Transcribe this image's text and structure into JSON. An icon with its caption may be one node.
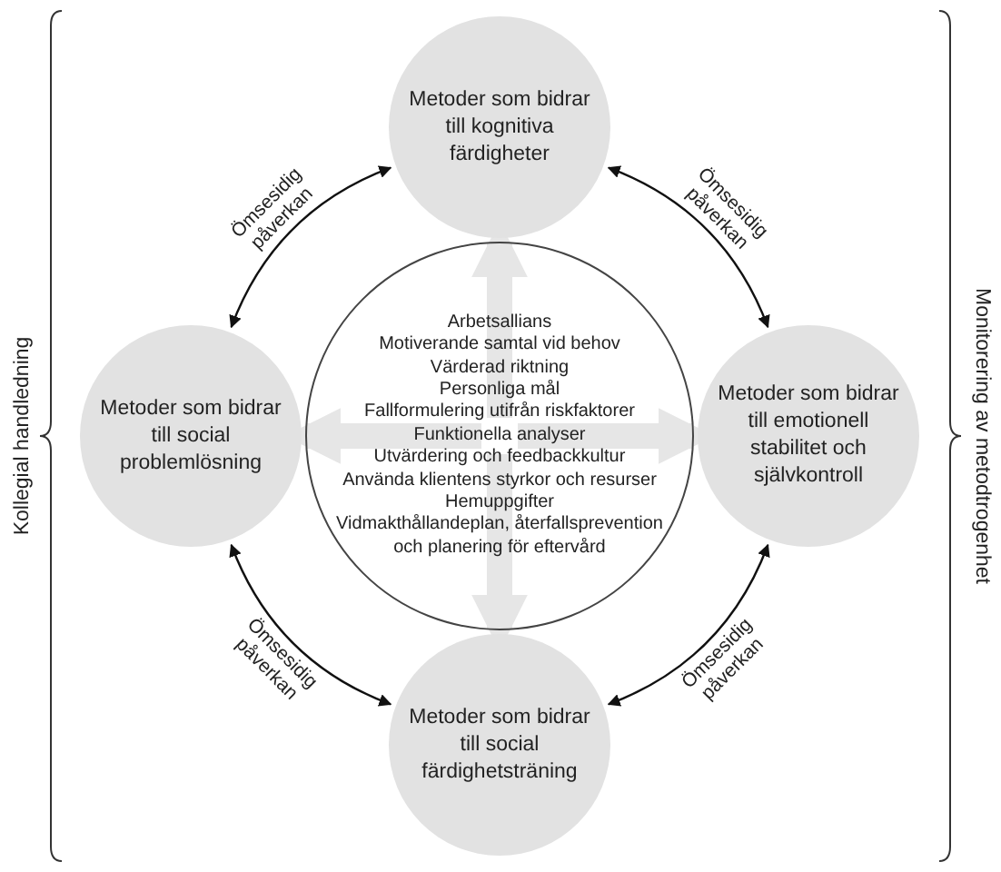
{
  "diagram": {
    "nodes": [
      {
        "text": [
          "Metoder som bidrar till kognitiva färdigheter"
        ]
      },
      {
        "text": [
          "Metoder som bidrar till social problemlösning"
        ]
      },
      {
        "text": [
          "Arbetsallians",
          "Motiverande samtal vid behov",
          "Värderad riktning",
          "Personliga mål",
          "Fallformulering utifrån riskfaktorer",
          "Funktionella analyser",
          "Utvärdering och feedbackkultur",
          "Använda klientens styrkor och resurser",
          "Hemuppgifter",
          "Vidmakthållandeplan, återfallsprevention och planering för eftervård"
        ]
      },
      {
        "text": [
          "Metoder som bidrar till emotionell stabilitet och självkontroll"
        ]
      },
      {
        "text": [
          "Metoder som bidrar till social färdighetsträning"
        ]
      }
    ],
    "edges": [
      {
        "from": 0,
        "to": 1,
        "arrow": "both",
        "label": "Ömsesidig påverkan"
      },
      {
        "from": 0,
        "to": 3,
        "arrow": "both",
        "label": "Ömsesidig påverkan"
      },
      {
        "from": 1,
        "to": 4,
        "arrow": "both",
        "label": "Ömsesidig påverkan"
      },
      {
        "from": 3,
        "to": 4,
        "arrow": "both",
        "label": "Ömsesidig påverkan"
      },
      {
        "from": 2,
        "to": 0,
        "arrow": "to",
        "style": "thick",
        "color": "#e6e6e6"
      },
      {
        "from": 2,
        "to": 1,
        "arrow": "to",
        "style": "thick",
        "color": "#e6e6e6"
      },
      {
        "from": 2,
        "to": 3,
        "arrow": "to",
        "style": "thick",
        "color": "#e6e6e6"
      },
      {
        "from": 2,
        "to": 4,
        "arrow": "to",
        "style": "thick",
        "color": "#e6e6e6"
      }
    ],
    "labels": [
      "Kollegial handledning",
      "Monitorering av metodtrogenhet"
    ]
  }
}
